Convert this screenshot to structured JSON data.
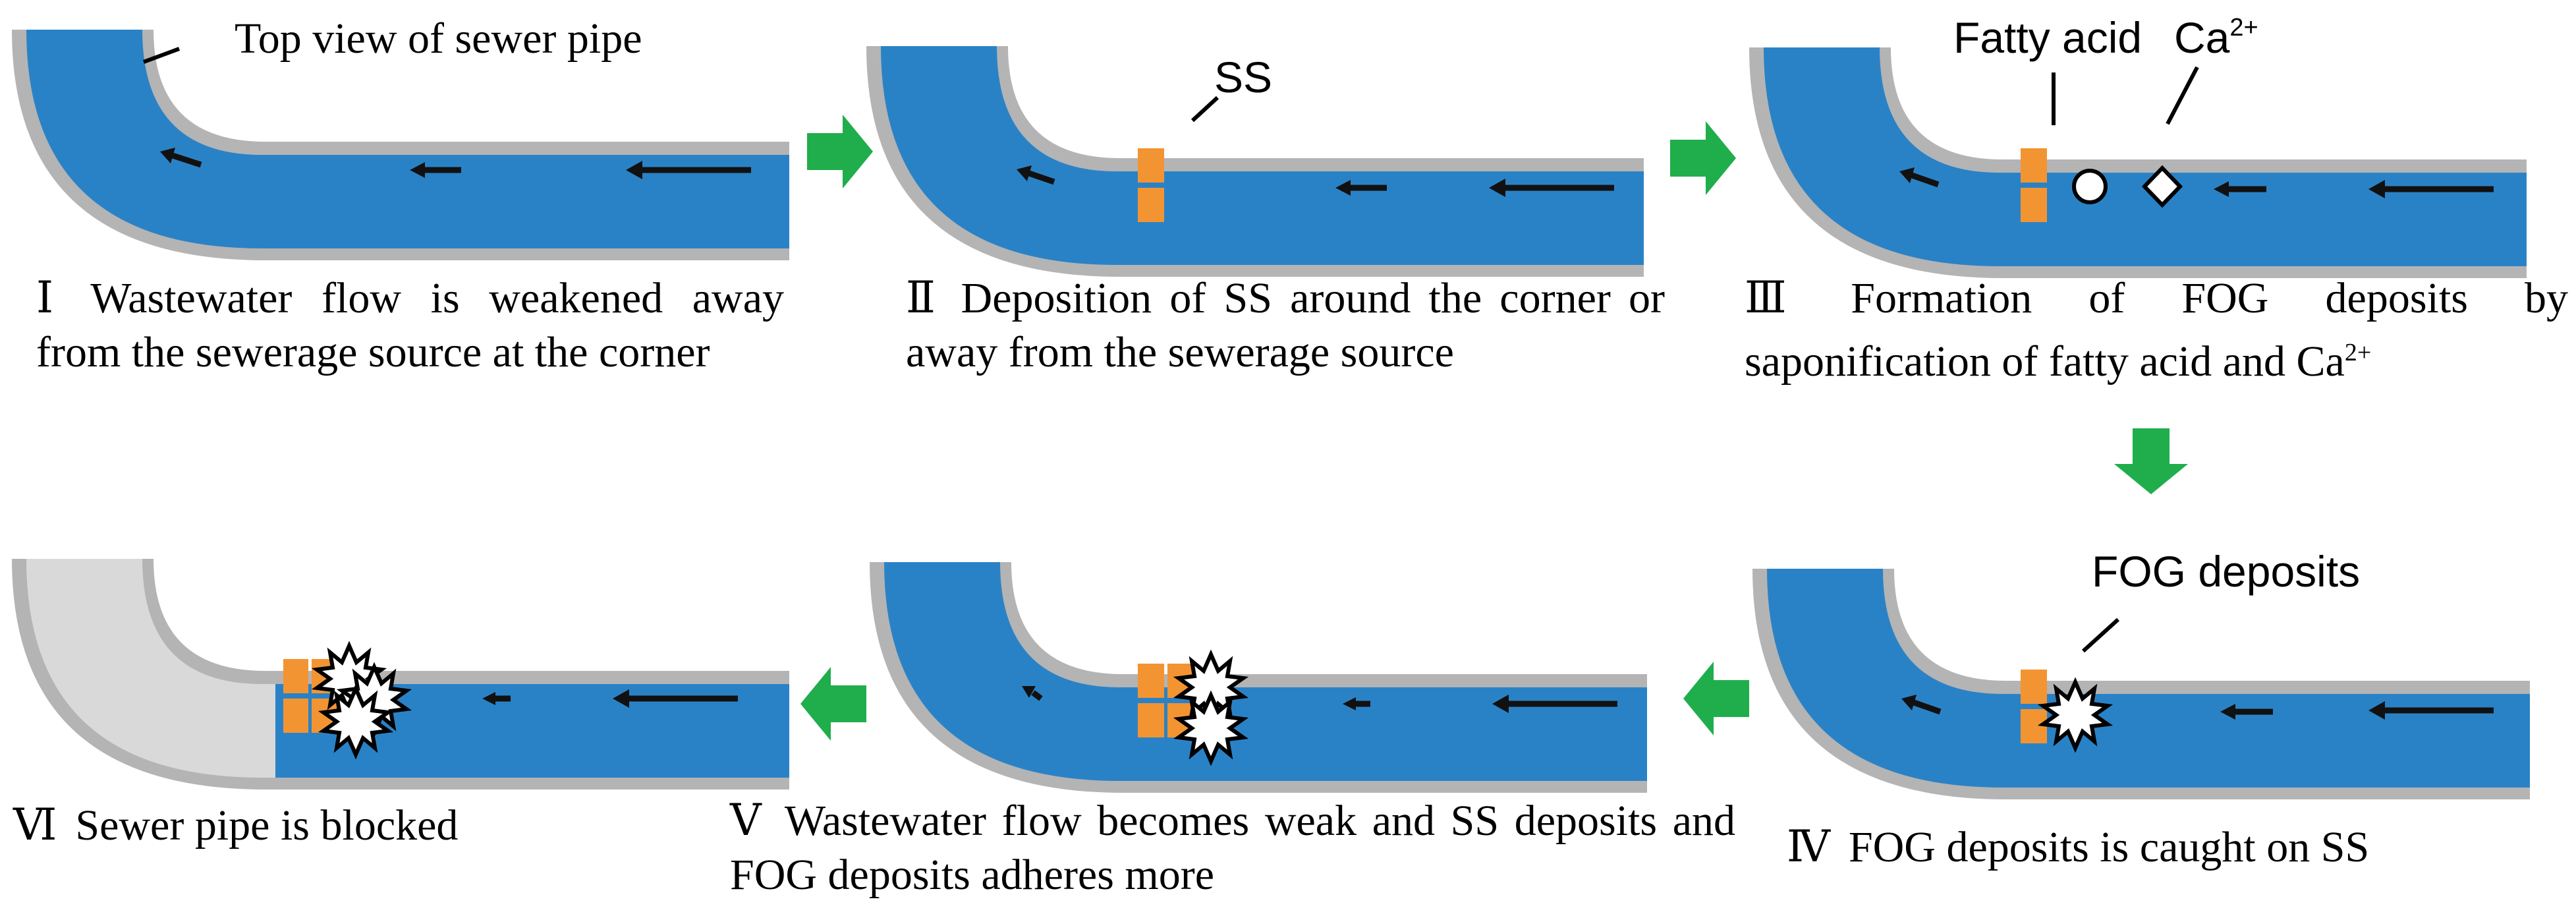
{
  "colors": {
    "water": "#2a82c6",
    "pipe_wall": "#b4b4b4",
    "empty_pipe": "#d9d9d9",
    "suspended_solids": "#f39433",
    "transition_arrow": "#1fae4b",
    "flow_arrow": "#111111",
    "outline": "#000000"
  },
  "labels": {
    "top_view": "Top view of sewer pipe",
    "ss": "SS",
    "fatty_acid": "Fatty acid",
    "calcium_base": "Ca",
    "calcium_sup": "2+",
    "fog_deposits": "FOG deposits"
  },
  "captions": {
    "s1": {
      "num": "Ⅰ",
      "text": "Wastewater flow is weakened away from the sewerage source at the corner"
    },
    "s2": {
      "num": "Ⅱ",
      "text": "Deposition of SS around the corner or away from the sewerage source"
    },
    "s3": {
      "num": "Ⅲ",
      "text": "Formation of FOG deposits by saponification of fatty acid and Ca",
      "sup": "2+"
    },
    "s4": {
      "num": "Ⅳ",
      "text": "FOG deposits is caught on SS"
    },
    "s5": {
      "num": "Ⅴ",
      "text": "Wastewater flow becomes weak and SS deposits and FOG deposits adheres more"
    },
    "s6": {
      "num": "Ⅵ",
      "text": "Sewer pipe is blocked"
    }
  },
  "icons": {
    "stage_transition": "green-block-arrow",
    "flow": "flow-arrow-icon",
    "fatty_acid_symbol": "circle",
    "calcium_symbol": "diamond",
    "fog_deposit_symbol": "starburst"
  }
}
